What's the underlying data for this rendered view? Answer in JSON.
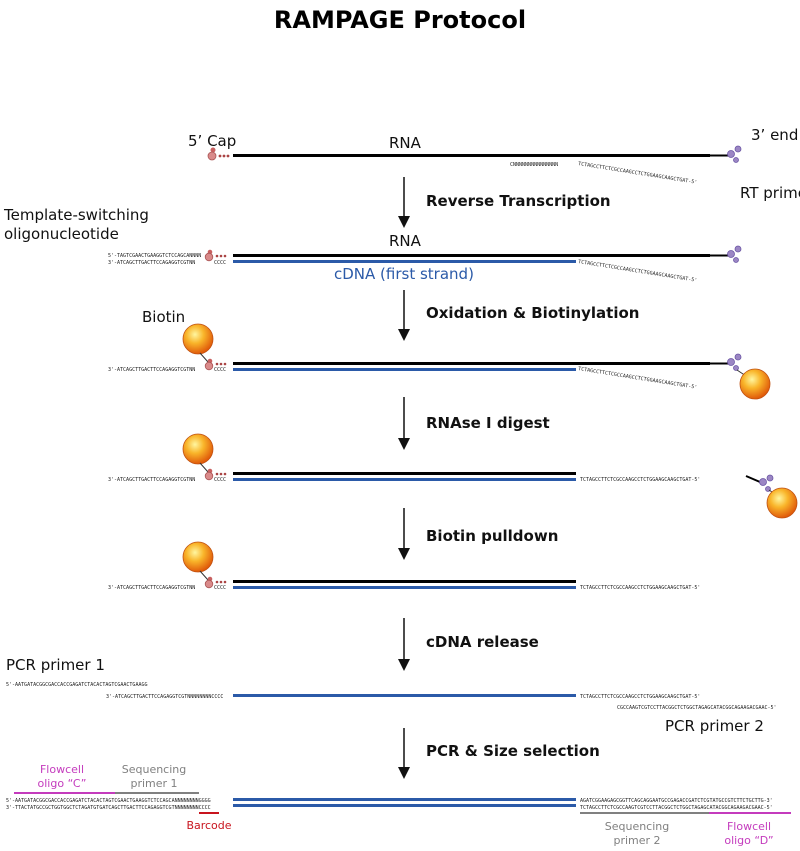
{
  "title": "RAMPAGE Protocol",
  "labels": {
    "cap": "5’ Cap",
    "rna": "RNA",
    "three_end": "3’ end",
    "rt_primer": "RT primer",
    "tso_line1": "Template-switching",
    "tso_line2": "oligonucleotide",
    "cdna": "cDNA (first strand)",
    "biotin": "Biotin",
    "pcr_primer_1": "PCR primer 1",
    "pcr_primer_2": "PCR primer 2",
    "flowcell_c_line1": "Flowcell",
    "flowcell_c_line2": "oligo “C”",
    "seq_primer1_line1": "Sequencing",
    "seq_primer1_line2": "primer 1",
    "barcode": "Barcode",
    "seq_primer2_line1": "Sequencing",
    "seq_primer2_line2": "primer 2",
    "flowcell_d_line1": "Flowcell",
    "flowcell_d_line2": "oligo “D”"
  },
  "steps": [
    "Reverse Transcription",
    "Oxidation & Biotinylation",
    "RNAse I digest",
    "Biotin pulldown",
    "cDNA release",
    "PCR & Size selection"
  ],
  "sequences": {
    "rt_primer": "CNNNNNNNNNNNNNNNTCTAGCCTTCTCGCCAAGCCTCTGGAAGCAAGCTGAT-5'",
    "tso_top": "5'-TAGTCGAACTGAAGGTCTCCAGCANNNN",
    "tso_bottom": "3'-ATCAGCTTGACTTCCAGAGGTCGTNN",
    "cccc": "CCCC",
    "cdna_3prime": "TCTAGCCTTCTCGCCAAGCCTCTGGAAGCAAGCTGAT-5'",
    "cdna_3prime_flat": "TCTAGCCTTCTCGCCAAGCCTCTGGAAGCAAGCTGAT-5'",
    "left_cdna_release": "3'-ATCAGCTTGACTTCCAGAGGTCGTNNNNNNNNCCCC",
    "pcr1": "5'-AATGATACGGCGACCACCGAGATCTACACTAGTCGAACTGAAGG",
    "pcr2": "CGCCAAGTCGTCCTTACGGCTCTGGCTAGAGCATACGGCAGAAGACGAAC-5'",
    "final_left_top": "5'-AATGATACGGCGACCACCGAGATCTACACTAGTCGAACTGAAGGTCTCCAGCANNNNNNNNGGGG",
    "final_left_bottom": "3'-TTACTATGCCGCTGGTGGCTCTAGATGTGATCAGCTTGACTTCCAGAGGTCGTNNNNNNNNCCCC",
    "final_right_top": "AGATCGGAAGAGCGGTTCAGCAGGAATGCCGAGACCGATCTCGTATGCCGTCTTCTGCTTG-3'",
    "final_right_bottom": "TCTAGCCTTCTCGCCAAGTCGTCCTTACGGCTCTGGCTAGAGCATACGGCAGAAGACGAAC-5'"
  },
  "colors": {
    "rna_strand": "#000000",
    "cdna_strand": "#2b5aa8",
    "cdna_label": "#2b5aa8",
    "flowcell": "#c43bbd",
    "sequencing_primer": "#808080",
    "barcode": "#c8141e",
    "cap": "#d98a8a",
    "three_end_mod": "#9b86c4"
  }
}
